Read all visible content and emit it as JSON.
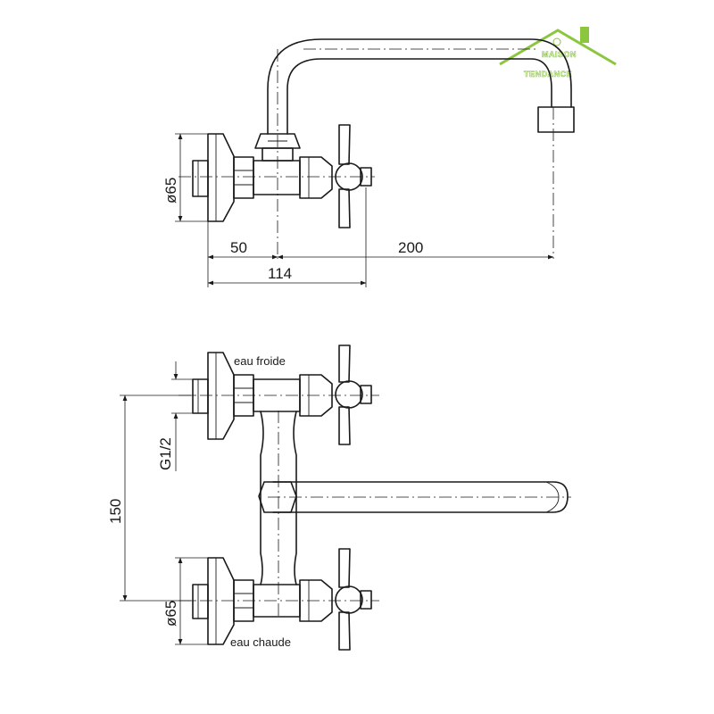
{
  "logo": {
    "line1": "MAISON",
    "line2": "TENDANCE",
    "color": "#8cc63f"
  },
  "top_view": {
    "dim_diameter": "ø65",
    "dim_50": "50",
    "dim_200": "200",
    "dim_114": "114"
  },
  "front_view": {
    "label_cold": "eau froide",
    "label_hot": "eau chaude",
    "dim_thread": "G1/2",
    "dim_150": "150",
    "dim_diameter": "ø65"
  }
}
